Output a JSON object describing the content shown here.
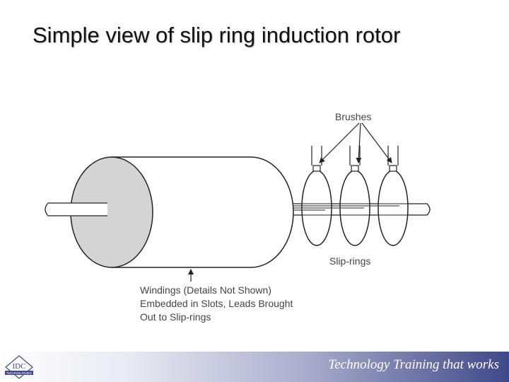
{
  "slide": {
    "title": "Simple view of slip ring induction rotor"
  },
  "diagram": {
    "labels": {
      "brushes": "Brushes",
      "slip_rings": "Slip-rings",
      "windings_line1": "Windings (Details Not Shown)",
      "windings_line2": "Embedded in Slots, Leads Brought",
      "windings_line3": "Out to Slip-rings"
    }
  },
  "footer": {
    "tagline": "Technology Training that works",
    "logo_text": "IDC",
    "logo_subtext": "TECHNOLOGIES"
  },
  "colors": {
    "rotor_end_face": "#d4d4d4",
    "line": "#222222",
    "label_text": "#444444",
    "footer_dark": "#3f4888"
  }
}
